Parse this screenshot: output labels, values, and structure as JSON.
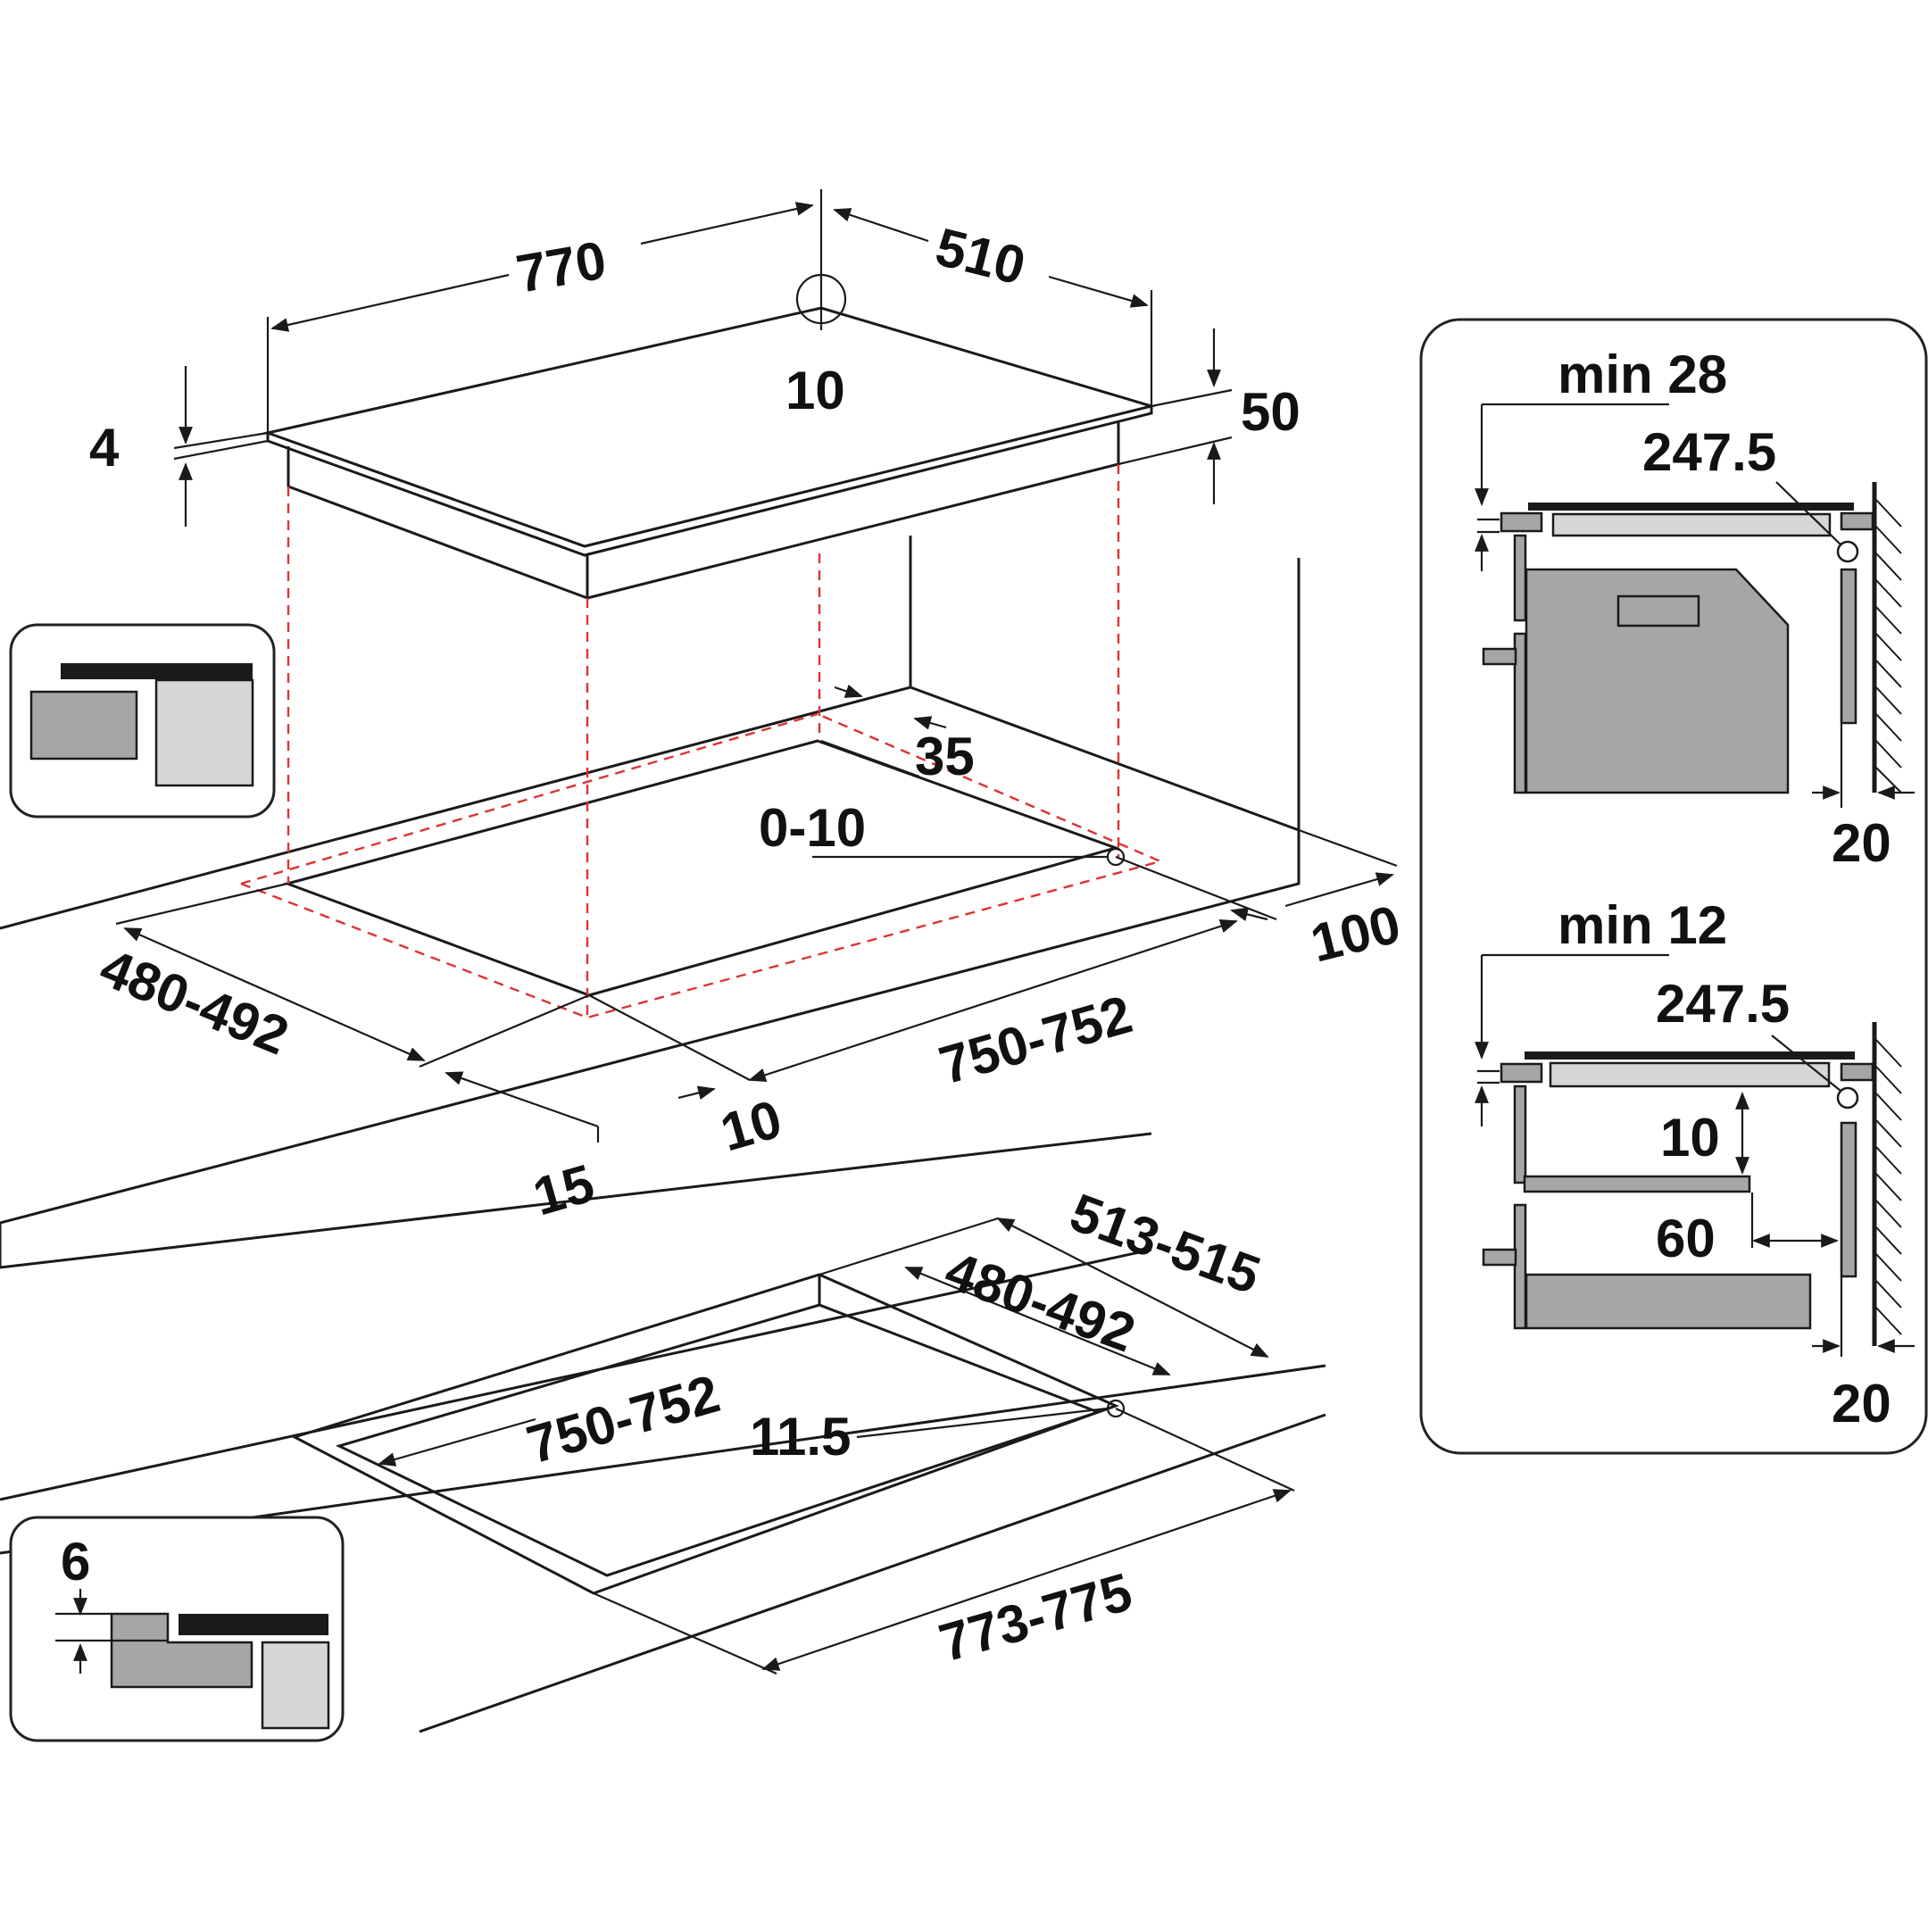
{
  "labels": {
    "top_width": "770",
    "top_depth": "510",
    "corner_radius": "10",
    "glass_thickness": "4",
    "body_height": "50",
    "front_clearance": "35",
    "corner_gap": "0-10",
    "rear_clearance": "100",
    "cutout_depth": "480-492",
    "cutout_width": "750-752",
    "side_gap_10": "10",
    "front_15": "15",
    "flush_outer_depth": "513-515",
    "flush_inner_depth": "480-492",
    "flush_inner_width": "750-752",
    "flush_radius": "11.5",
    "flush_outer_width": "773-775",
    "flush_rebate": "6",
    "oven_min_gap": "min 28",
    "oven_dim": "247.5",
    "oven_wall_gap": "20",
    "drawer_min_gap": "min 12",
    "drawer_dim": "247.5",
    "drawer_shelf_gap": "10",
    "drawer_vent_gap": "60",
    "drawer_wall_gap": "20"
  },
  "colors": {
    "line": "#1a1a1a",
    "dashed_guide": "#dd3333",
    "fill_dark": "#a6a6a6",
    "fill_light": "#d6d6d6",
    "background": "#ffffff"
  }
}
